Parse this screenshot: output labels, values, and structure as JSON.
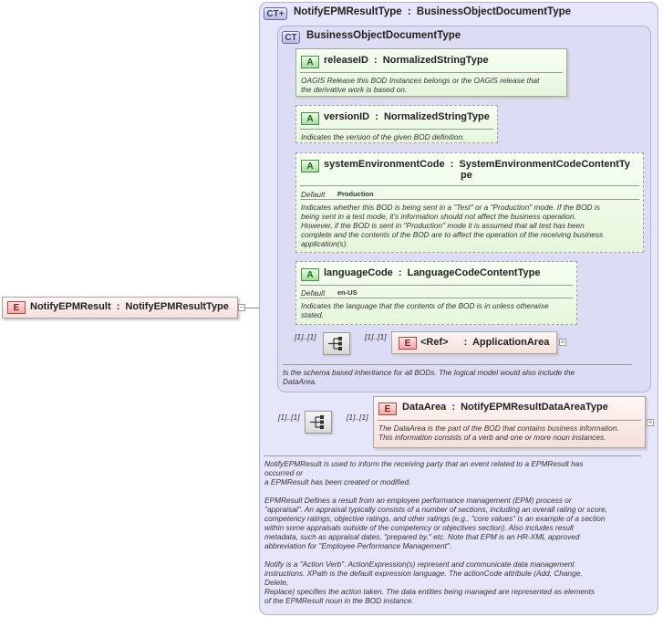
{
  "root_element": {
    "badge": "E",
    "name": "NotifyEPMResult",
    "type": "NotifyEPMResultType",
    "sep": ":"
  },
  "complex_type": {
    "badge": "CT",
    "name": "NotifyEPMResultType",
    "base": "BusinessObjectDocumentType",
    "sep": ":"
  },
  "base_type": {
    "badge": "CT",
    "name": "BusinessObjectDocumentType",
    "documentation": [
      "Is the schema based inheritance for all BODs. The logical model would also include the",
      "DataArea."
    ]
  },
  "attributes": [
    {
      "badge": "A",
      "name": "releaseID",
      "type": "NormalizedStringType",
      "doc": [
        "OAGIS Release this BOD Instances belongs or the OAGIS release that",
        "the derivative work is based on."
      ]
    },
    {
      "badge": "A",
      "name": "versionID",
      "type": "NormalizedStringType",
      "doc": [
        "Indicates the version of the given BOD definition."
      ]
    },
    {
      "badge": "A",
      "name": "systemEnvironmentCode",
      "type_line1": "SystemEnvironmentCodeContentTy",
      "type_line2": "pe",
      "default_label": "Default",
      "default_value": "Production",
      "doc": [
        "Indicates whether this BOD is being sent in a \"Test\" or a \"Production\" mode. If the BOD is",
        "being sent in a test mode, it's information should not affect the business operation.",
        "However, if the BOD is sent in \"Production\" mode it is assumed that all test has been",
        "complete and the contents of the BOD are to affect the operation of the receiving business",
        "application(s)."
      ]
    },
    {
      "badge": "A",
      "name": "languageCode",
      "type": "LanguageCodeContentType",
      "default_label": "Default",
      "default_value": "en-US",
      "doc": [
        "Indicates the language that the contents of the BOD is in unless otherwise",
        "stated."
      ]
    }
  ],
  "application_area": {
    "mult_seq": "[1]..[1]",
    "mult_el": "[1]..[1]",
    "badge": "E",
    "ref": "<Ref>",
    "name": "ApplicationArea",
    "sep": ":"
  },
  "data_area": {
    "mult_seq": "[1]..[1]",
    "mult_el": "[1]..[1]",
    "badge": "E",
    "name": "DataArea",
    "type": "NotifyEPMResultDataAreaType",
    "sep": ":",
    "doc": [
      "The DataArea is the part of the BOD that contains business information.",
      "This information consists of a verb and one or more noun instances."
    ]
  },
  "main_documentation": [
    "NotifyEPMResult is used to inform the receiving party that an event related to a EPMResult has",
    "occurred or",
    "a EPMResult has been created or modified.",
    "",
    "EPMResult  Defines a result from an employee performance management (EPM) process or",
    "\"appraisal\". An appraisal typically consists of a number of sections, including an overall rating or score,",
    "competency ratings, objective ratings, and other ratings (e.g., \"core values\" is an example of a section",
    "within some appraisals outside of the competency or objectives section). Also includes result",
    "metadata, such as appraisal dates, \"prepared by,\" etc. Note that EPM is an HR-XML approved",
    "abbreviation for \"Employee Performance Management\".",
    "",
    "Notify is a \"Action Verb\". ActionExpression(s) represent and communicate data management",
    "instructions. XPath is the default expression language. The actionCode attribute (Add, Change,",
    "Delete,",
    "Replace) specifies the action taken. The data entities being managed are represented as elements",
    "of the EPMResult noun in the BOD instance."
  ],
  "icons": {
    "sequence": "sequence-compositor-icon",
    "expand": "expand-plus-icon",
    "collapse": "collapse-minus-icon"
  }
}
